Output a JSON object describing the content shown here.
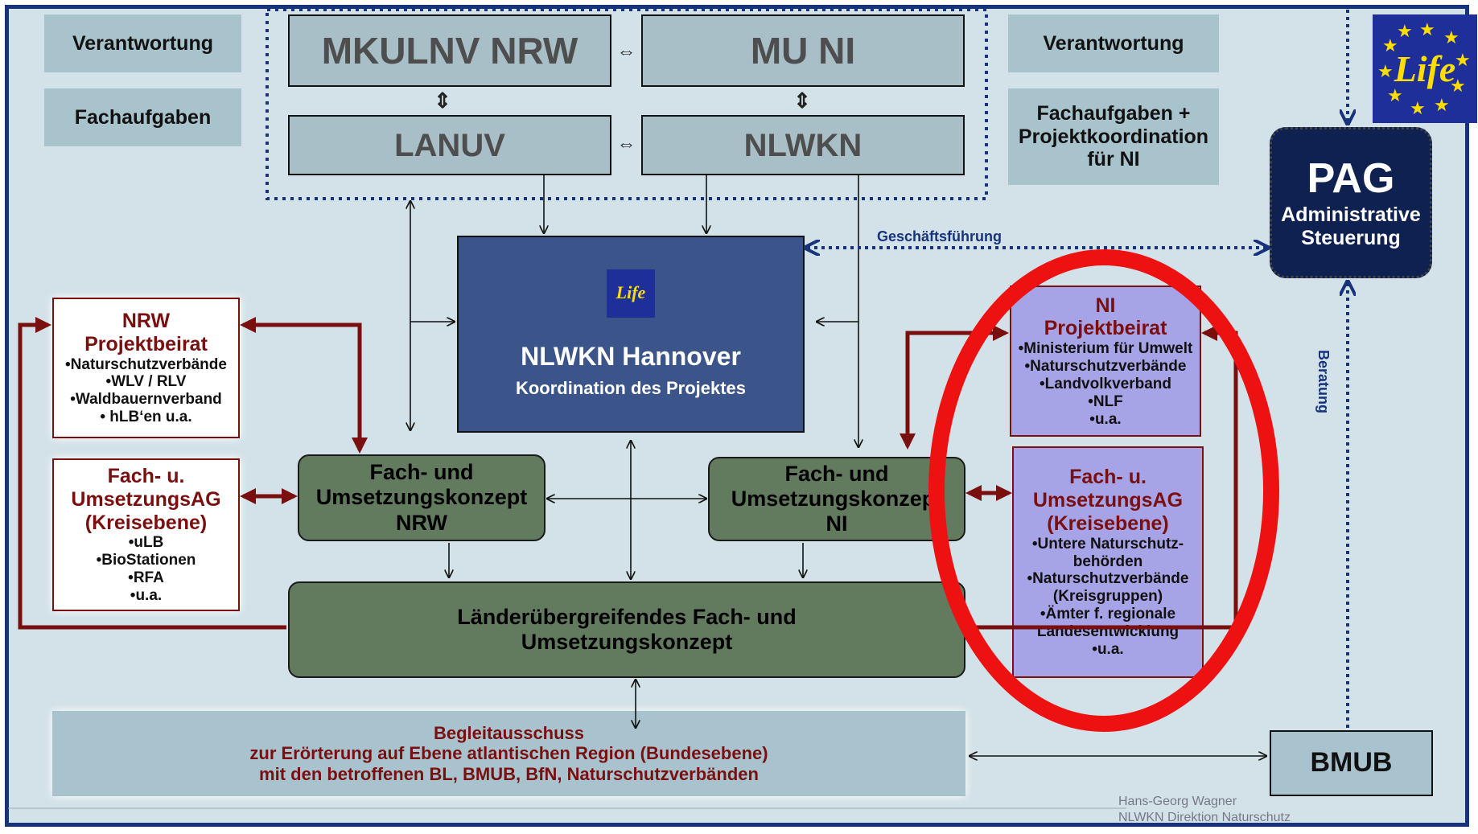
{
  "diagram": {
    "left_labels": {
      "responsibility": "Verantwortung",
      "tasks": "Fachaufgaben"
    },
    "right_labels": {
      "responsibility": "Verantwortung",
      "tasks": [
        "Fachaufgaben +",
        "Projektkoordination",
        "für NI"
      ]
    },
    "ministries": {
      "nrw": "MKULNV NRW",
      "ni": "MU NI",
      "arrow": "⇔",
      "vertical_arrow": "⇕"
    },
    "agencies": {
      "nrw": "LANUV",
      "ni": "NLWKN",
      "arrow": "⇔"
    },
    "center": {
      "title": "NLWKN Hannover",
      "subtitle": "Koordination des Projektes",
      "logo": "Life"
    },
    "pag": {
      "title": "PAG",
      "line1": "Administrative",
      "line2": "Steuerung"
    },
    "eu_logo": {
      "text": "Life"
    },
    "labels": {
      "management": "Geschäftsführung",
      "advice": "Beratung"
    },
    "nrw_advisory": {
      "title1": "NRW",
      "title2": "Projektbeirat",
      "items": [
        "•Naturschutzverbände",
        "•WLV / RLV",
        "•Waldbauernverband",
        "• hLB‘en u.a."
      ]
    },
    "nrw_working": {
      "title1": "Fach- u.",
      "title2": "UmsetzungsAG",
      "title3": "(Kreisebene)",
      "items": [
        "•uLB",
        "•BioStationen",
        "•RFA",
        "•u.a."
      ]
    },
    "ni_advisory": {
      "title1": "NI",
      "title2": "Projektbeirat",
      "items": [
        "•Ministerium für Umwelt",
        "•Naturschutzverbände",
        "•Landvolkverband",
        "•NLF",
        "•u.a."
      ]
    },
    "ni_working": {
      "title1": "Fach- u.",
      "title2": "UmsetzungsAG",
      "title3": "(Kreisebene)",
      "items": [
        "•Untere Naturschutz-",
        "behörden",
        "•Naturschutzverbände",
        "(Kreisgruppen)",
        "•Ämter  f. regionale",
        "Landesentwicklung",
        "•u.a."
      ]
    },
    "concept_nrw": [
      "Fach- und",
      "Umsetzungskonzept",
      "NRW"
    ],
    "concept_ni": [
      "Fach- und",
      "Umsetzungskonzept",
      "NI"
    ],
    "cross_concept": [
      "Länderübergreifendes Fach- und",
      "Umsetzungskonzept"
    ],
    "committee": [
      "Begleitausschuss",
      "zur Erörterung auf Ebene atlantischen Region (Bundesebene)",
      "mit den betroffenen BL, BMUB, BfN, Naturschutzverbänden"
    ],
    "bmub": "BMUB",
    "credit": [
      "Hans-Georg Wagner",
      "NLWKN Direktion Naturschutz"
    ],
    "colors": {
      "frame": "#17337a",
      "background": "#d3e2e8",
      "center": "#3b5489",
      "pag": "#0e2150",
      "green": "#627b5f",
      "lavender": "#a7a3e7",
      "dark_red": "#7a0f10",
      "highlight_circle": "#ee1111"
    }
  }
}
